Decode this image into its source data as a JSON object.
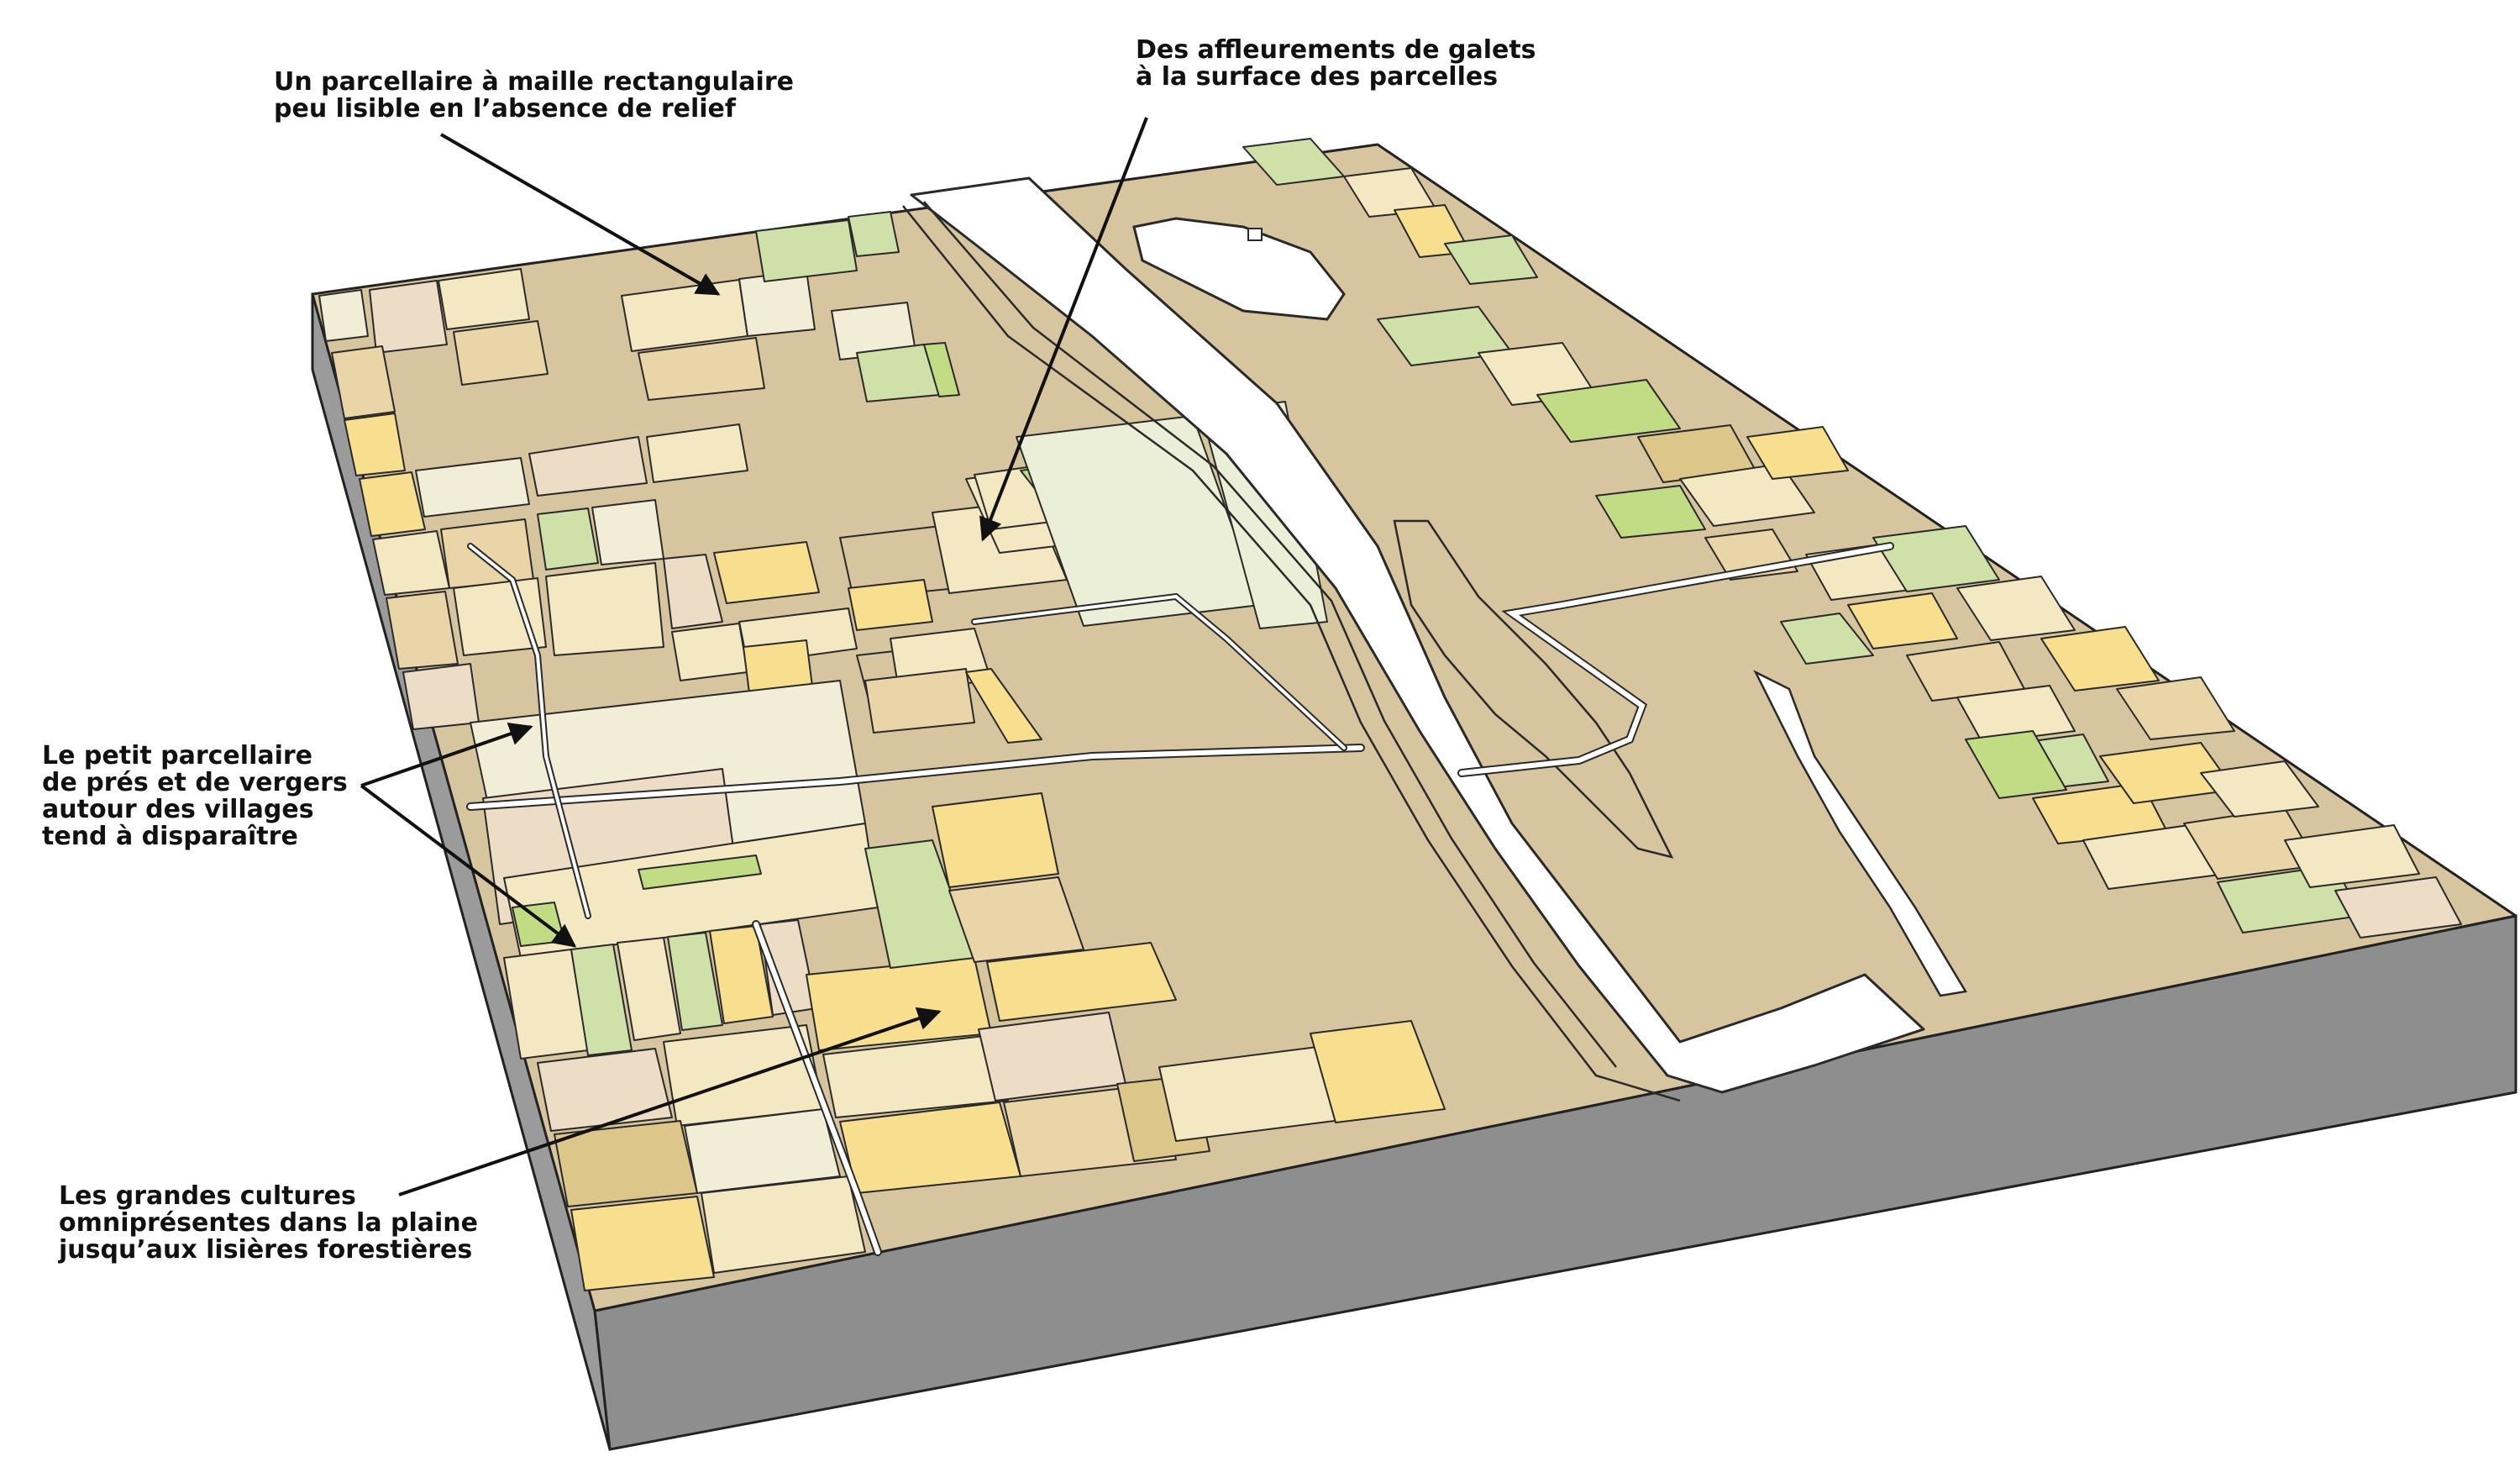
{
  "annotations": {
    "parcellaire": {
      "lines": [
        "Un parcellaire à maille rectangulaire",
        "peu lisible en l’absence de relief"
      ]
    },
    "galets": {
      "lines": [
        "Des affleurements de galets",
        "à la surface des parcelles"
      ]
    },
    "petit_parcellaire": {
      "lines": [
        "Le petit parcellaire",
        "de prés et de vergers",
        "autour des villages",
        "tend à disparaître"
      ]
    },
    "grandes_cultures": {
      "lines": [
        "Les grandes cultures",
        "omniprésentes dans la plaine",
        "jusqu’aux lisières forestières"
      ]
    }
  },
  "colors": {
    "base_plain": "#d6c59e",
    "side_face": "#8e8e8e",
    "river": "#ffffff",
    "outline": "#2a2a2a",
    "field_yellow": "#f7df8f",
    "field_tan": "#e9d5a7",
    "field_cream": "#f3e8c2",
    "field_pale": "#f2edd6",
    "field_pink": "#eddcc6",
    "field_green": "#cfe0a8",
    "field_lime": "#c2dc86",
    "field_ochre": "#dcc68a",
    "field_verypale": "#ecefd8"
  }
}
